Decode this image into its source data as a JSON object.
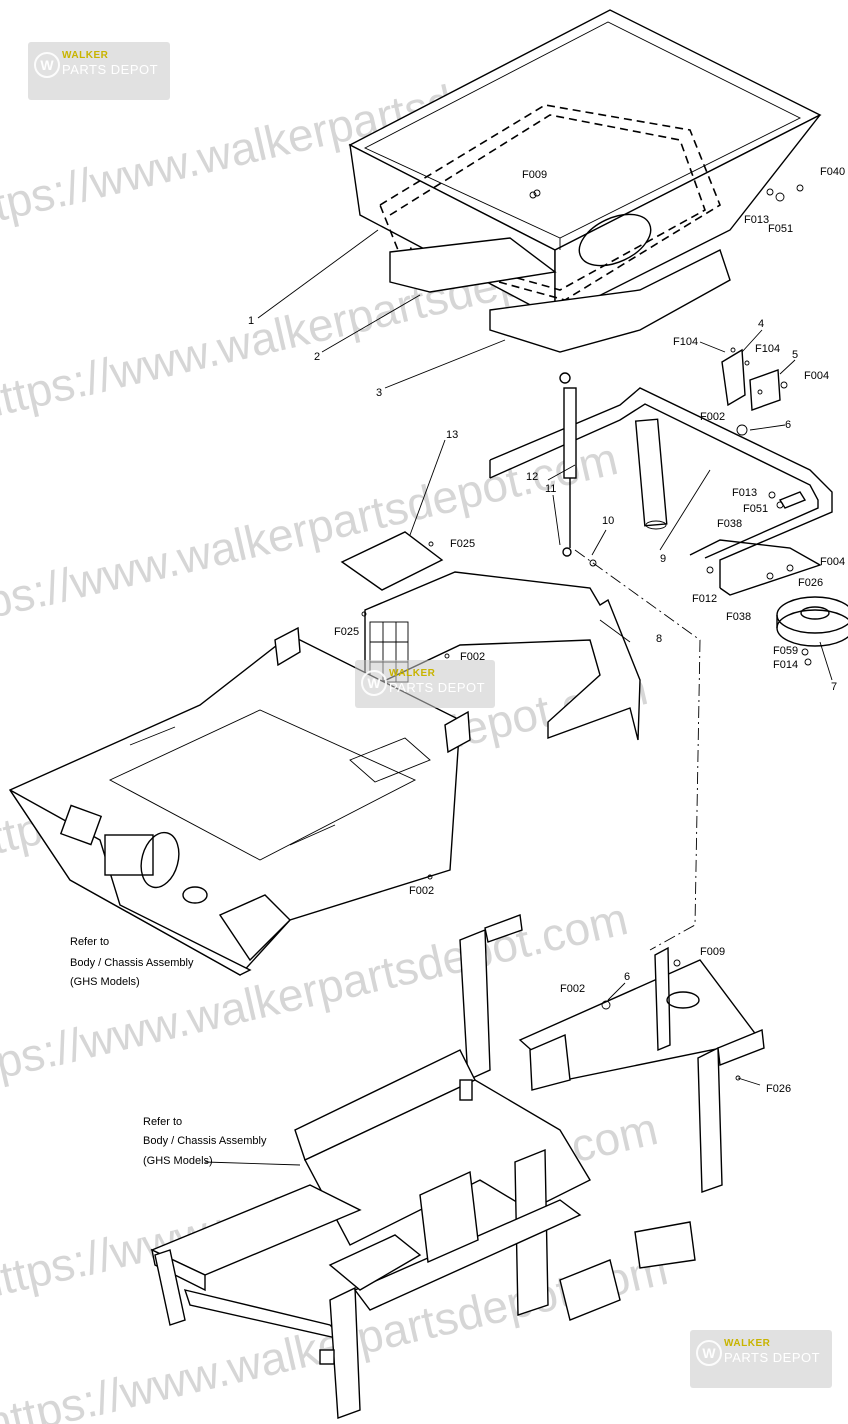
{
  "watermark": {
    "text": "https://www.walkerpartsdepot.com",
    "brand_top": "WALKER",
    "brand_bottom": "PARTS DEPOT"
  },
  "part_labels": {
    "p1": "1",
    "p2": "2",
    "p3": "3",
    "p4": "4",
    "p5": "5",
    "p6a": "6",
    "p6b": "6",
    "p7": "7",
    "p8": "8",
    "p9": "9",
    "p10": "10",
    "p11": "11",
    "p12": "12",
    "p13": "13",
    "f009a": "F009",
    "f040": "F040",
    "f013a": "F013",
    "f051a": "F051",
    "f104a": "F104",
    "f104b": "F104",
    "f004a": "F004",
    "f002a": "F002",
    "f013b": "F013",
    "f051b": "F051",
    "f038a": "F038",
    "f004b": "F004",
    "f026a": "F026",
    "f012": "F012",
    "f038b": "F038",
    "f059": "F059",
    "f014": "F014",
    "f025a": "F025",
    "f025b": "F025",
    "f002b": "F002",
    "f002c": "F002",
    "f009b": "F009",
    "f002d": "F002",
    "f026b": "F026"
  },
  "references": {
    "body_ref_1": [
      "Refer to",
      "Body / Chassis Assembly",
      "(GHS Models)"
    ],
    "body_ref_2": [
      "Refer to",
      "Body / Chassis Assembly",
      "(GHS Models)"
    ]
  }
}
